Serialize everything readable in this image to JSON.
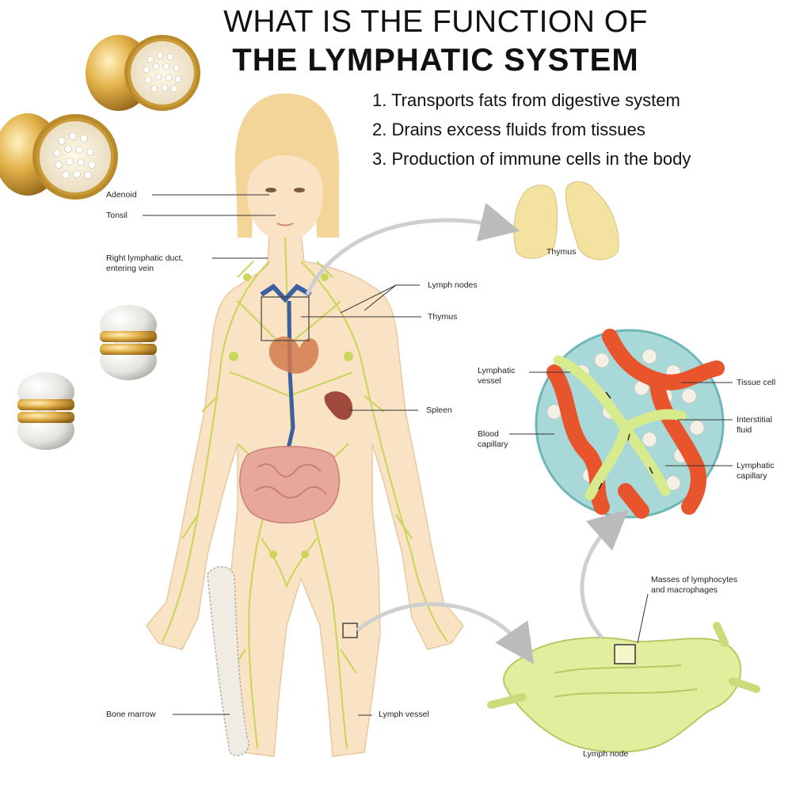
{
  "title": {
    "line1": "WHAT IS THE FUNCTION OF",
    "line2": "THE LYMPHATIC SYSTEM"
  },
  "functions": [
    "1. Transports fats from digestive system",
    "2. Drains excess fluids from tissues",
    "3. Production of immune cells in the body"
  ],
  "labels": {
    "adenoid": "Adenoid",
    "tonsil": "Tonsil",
    "right_duct_1": "Right lymphatic duct,",
    "right_duct_2": "entering vein",
    "lymph_nodes": "Lymph nodes",
    "thymus_body": "Thymus",
    "thymus_detail": "Thymus",
    "spleen": "Spleen",
    "bone_marrow": "Bone marrow",
    "lymph_vessel": "Lymph vessel",
    "lymph_node": "Lymph node",
    "masses_1": "Masses of lymphocytes",
    "masses_2": "and macrophages",
    "lymphatic_vessel_1": "Lymphatic",
    "lymphatic_vessel_2": "vessel",
    "blood_capillary_1": "Blood",
    "blood_capillary_2": "capillary",
    "tissue_cell": "Tissue cell",
    "interstitial_1": "Interstitial",
    "interstitial_2": "fluid",
    "lymphatic_capillary_1": "Lymphatic",
    "lymphatic_capillary_2": "capillary"
  },
  "colors": {
    "skin": "#fae3c4",
    "lymph": "#c9d65a",
    "hair": "#f3d59a",
    "vein": "#3c5fa0",
    "intestine": "#e8a79b",
    "capillary": "#e8552c",
    "gold": "#d6a640",
    "pearl": "#e9e8e4"
  }
}
